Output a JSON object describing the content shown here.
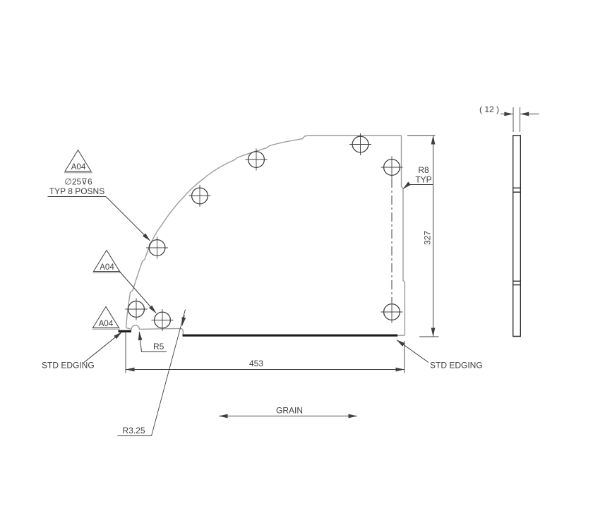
{
  "drawing": {
    "labels": {
      "flag_note": "A04",
      "hole_note_line1": "∅25⊽6",
      "hole_note_line2": "TYP 8 POSNS",
      "radius_notch": "R5",
      "radius_step": "R3.25",
      "corner_radius": "R8",
      "corner_radius_qualifier": "TYP",
      "edging_left": "STD EDGING",
      "edging_right": "STD EDGING",
      "grain": "GRAIN"
    },
    "dimensions": {
      "width": "453",
      "height": "327",
      "thickness": "( 12 )"
    },
    "holes": {
      "count": 8,
      "diameter_mm": 25,
      "depth_mm": 6
    },
    "colors": {
      "background": "#ffffff",
      "outline": "#9c9c9c",
      "annotation": "#3f3f3f",
      "edging": "#1c1c1c"
    }
  }
}
